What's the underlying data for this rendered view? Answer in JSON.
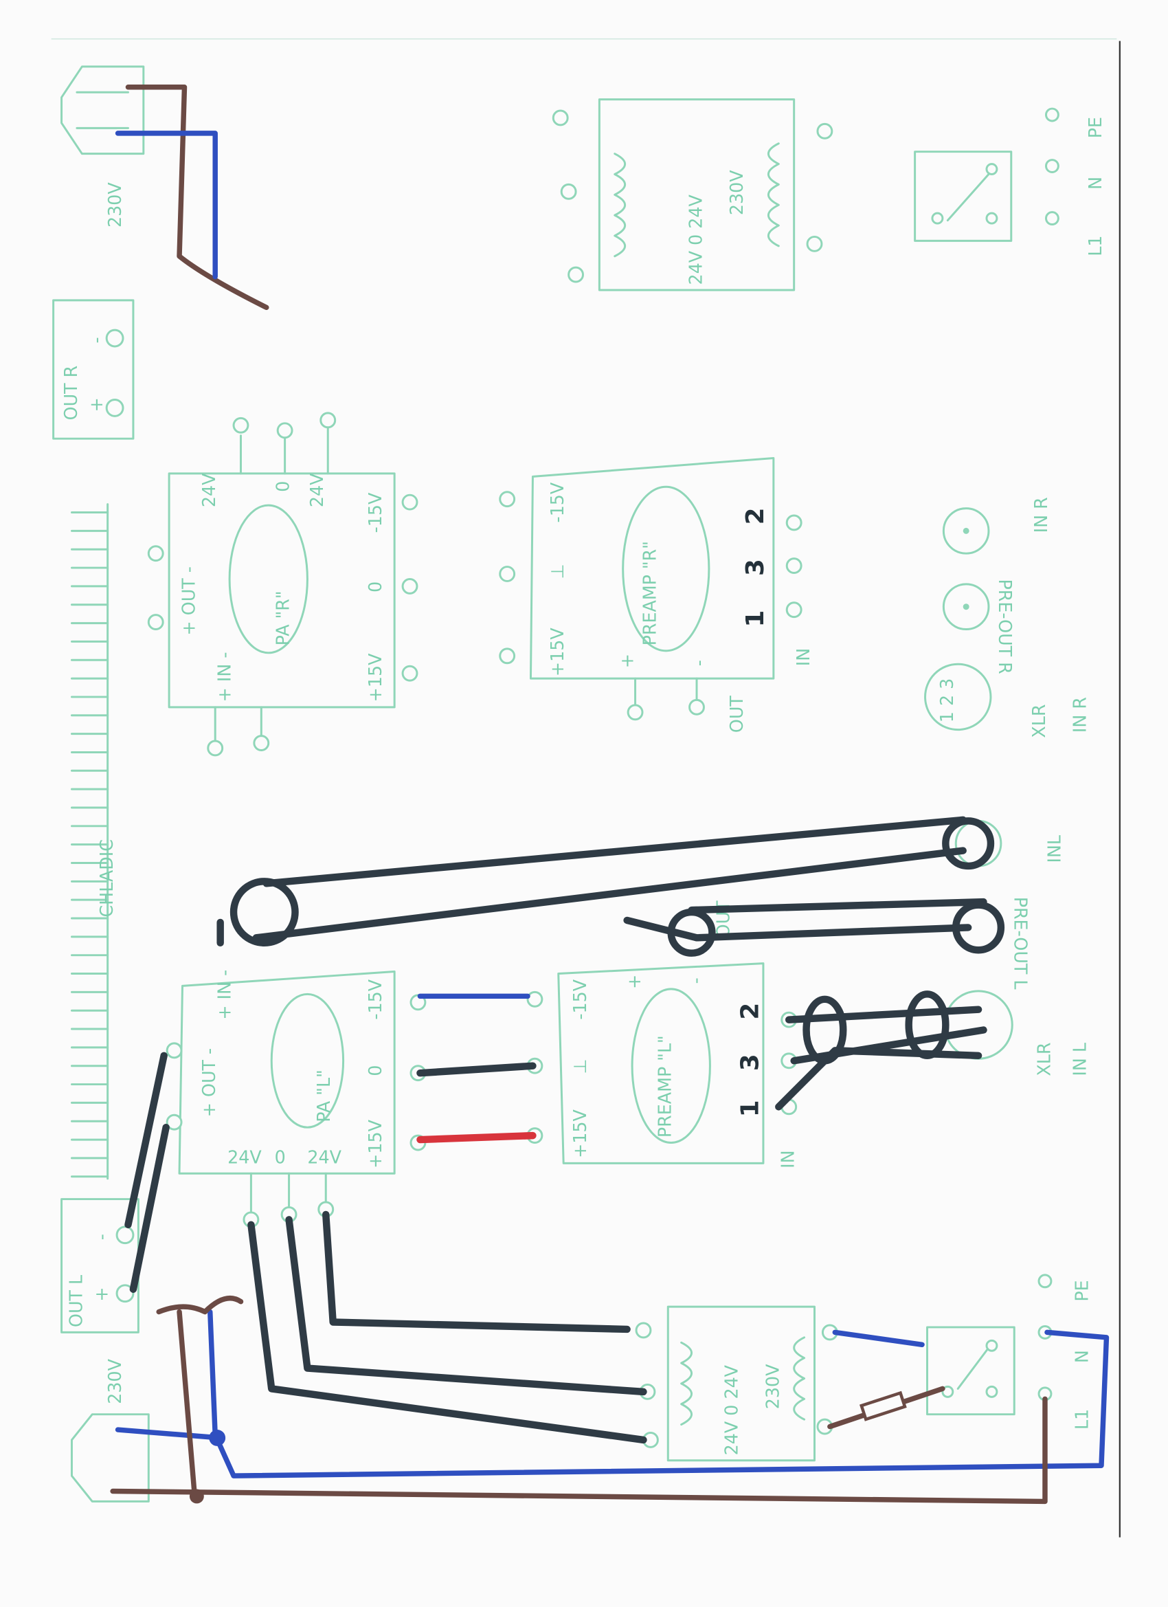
{
  "colors": {
    "pencil": "#8fd6b8",
    "wire_dark": "#2f3b45",
    "wire_blue": "#2f4fc0",
    "wire_brown": "#6b4a44",
    "wire_red": "#d8343c"
  },
  "heatsink": {
    "label": "CHLADIC"
  },
  "mains_top": {
    "voltage": "230V"
  },
  "mains_bottom": {
    "voltage": "230V"
  },
  "out_r": {
    "label": "OUT R",
    "plus": "+",
    "minus": "-"
  },
  "out_l": {
    "label": "OUT L",
    "plus": "+",
    "minus": "-"
  },
  "pa_r": {
    "name": "PA \"R\"",
    "pin_24a": "24V",
    "pin_0": "0",
    "pin_24b": "24V",
    "neg15": "-15V",
    "zero": "0",
    "pos15": "+15V",
    "out": "+ OUT -",
    "in": "+ IN -"
  },
  "pa_l": {
    "name": "PA \"L\"",
    "pin_24a": "24V",
    "pin_0": "0",
    "pin_24b": "24V",
    "neg15": "-15V",
    "zero": "0",
    "pos15": "+15V",
    "out": "+ OUT -",
    "in": "+ IN -"
  },
  "preamp_r": {
    "name": "PREAMP \"R\"",
    "neg15": "-15V",
    "gnd": "⊥",
    "pos15": "+15V",
    "pin1": "1",
    "pin3": "3",
    "pin2": "2",
    "in": "IN",
    "out": "OUT",
    "plus": "+",
    "minus": "-"
  },
  "preamp_l": {
    "name": "PREAMP \"L\"",
    "neg15": "-15V",
    "gnd": "⊥",
    "pos15": "+15V",
    "pin1": "1",
    "pin3": "3",
    "pin2": "2",
    "in": "IN",
    "out": "OUT",
    "plus": "+",
    "minus": "-"
  },
  "transformer_top": {
    "secondary": "24V 0 24V",
    "primary": "230V"
  },
  "transformer_bottom": {
    "secondary": "24V 0 24V",
    "primary": "230V"
  },
  "switch_top": {
    "l1": "L1",
    "n": "N",
    "pe": "PE"
  },
  "switch_bottom": {
    "l1": "L1",
    "n": "N",
    "pe": "PE"
  },
  "connectors_r": {
    "xlr": "XLR",
    "xlr_in": "IN R",
    "xlr_pins": "1 2 3",
    "preout": "PRE-OUT R",
    "in": "IN R"
  },
  "connectors_l": {
    "xlr": "XLR",
    "xlr_in": "IN L",
    "preout": "PRE-OUT L",
    "in": "INL"
  }
}
